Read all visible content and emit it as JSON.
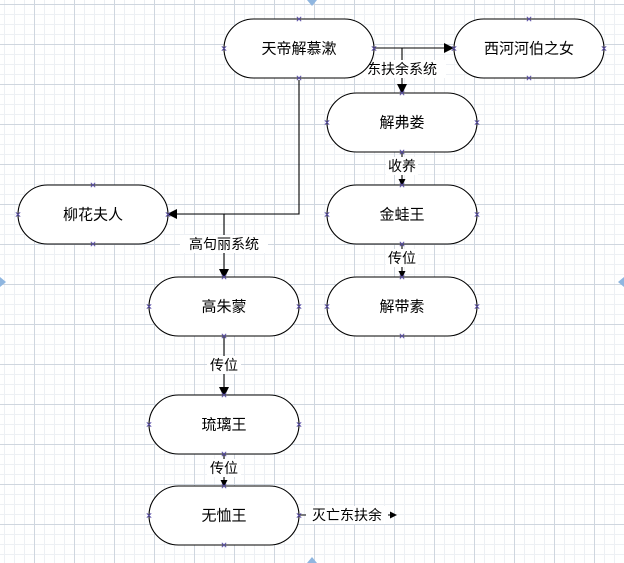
{
  "nodes": [
    {
      "id": "tiandi",
      "label": "天帝解慕漱"
    },
    {
      "id": "xihe",
      "label": "西河河伯之女"
    },
    {
      "id": "jiefulou",
      "label": "解弗娄"
    },
    {
      "id": "liuhua",
      "label": "柳花夫人"
    },
    {
      "id": "jinwa",
      "label": "金蛙王"
    },
    {
      "id": "gaozhumeng",
      "label": "高朱蒙"
    },
    {
      "id": "jiedaisu",
      "label": "解带素"
    },
    {
      "id": "liuli",
      "label": "琉璃王"
    },
    {
      "id": "wuxu",
      "label": "无恤王"
    }
  ],
  "edges": [
    {
      "id": "tiandi-xihe",
      "label": ""
    },
    {
      "id": "tiandi-jiefulou",
      "label": "东扶余系统"
    },
    {
      "id": "jiefulou-jinwa",
      "label": "收养"
    },
    {
      "id": "jinwa-jiedaisu",
      "label": "传位"
    },
    {
      "id": "tiandi-liuhua",
      "label": ""
    },
    {
      "id": "liuhua-gaozhumeng",
      "label": "高句丽系统"
    },
    {
      "id": "gaozhumeng-liuli",
      "label": "传位"
    },
    {
      "id": "liuli-wuxu",
      "label": "传位"
    },
    {
      "id": "wuxu-out",
      "label": "灭亡东扶余"
    }
  ],
  "colors": {
    "grid": "#cfd6df",
    "marker": "#5b4fa8",
    "ruler": "#8fb6e0"
  }
}
